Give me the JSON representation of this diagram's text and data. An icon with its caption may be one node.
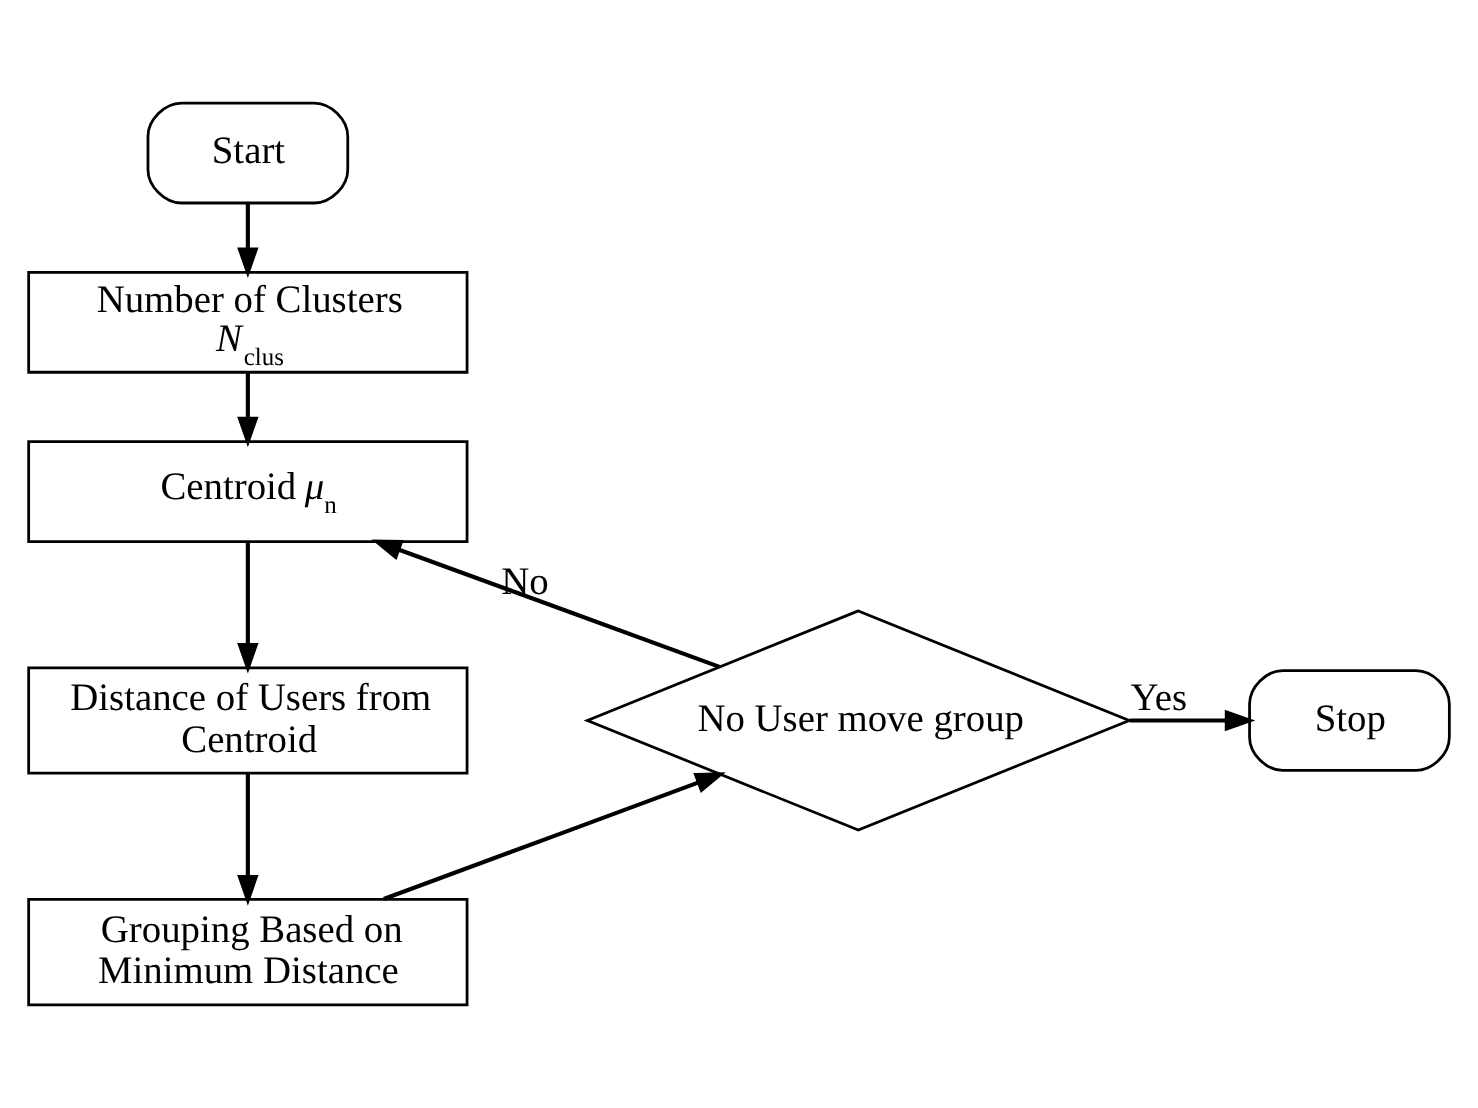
{
  "diagram": {
    "nodes": [
      {
        "text": [
          "Start"
        ]
      },
      {
        "text": [
          "Number of Clusters *N*$_{clus}$"
        ]
      },
      {
        "text": [
          "Centroid *μ*$_{n}$"
        ]
      },
      {
        "text": [
          "Distance of Users from Centroid"
        ]
      },
      {
        "text": [
          "Grouping Based on Minimum Distance"
        ]
      },
      {
        "text": [
          "No User move group"
        ]
      },
      {
        "text": [
          "Stop"
        ]
      }
    ],
    "edges": [
      {
        "from": 0,
        "to": 1,
        "arrow": "to"
      },
      {
        "from": 1,
        "to": 2,
        "arrow": "to"
      },
      {
        "from": 2,
        "to": 3,
        "arrow": "to"
      },
      {
        "from": 3,
        "to": 4,
        "arrow": "to"
      },
      {
        "from": 4,
        "to": 5,
        "arrow": "to"
      },
      {
        "from": 5,
        "to": 2,
        "arrow": "to",
        "label": "No"
      },
      {
        "from": 5,
        "to": 6,
        "arrow": "to",
        "label": "Yes"
      }
    ]
  }
}
